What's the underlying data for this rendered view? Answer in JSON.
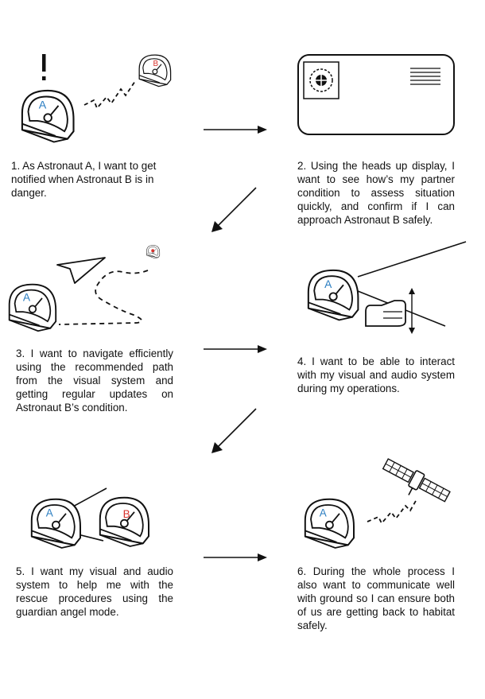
{
  "colors": {
    "astronaut_a": "#2a7dc1",
    "astronaut_b": "#d8322c",
    "ink": "#111111"
  },
  "helmet_labels": {
    "a": "A",
    "b": "B"
  },
  "steps": [
    {
      "number": "1.",
      "text": "1. As Astronaut A, I want to get notified when Astronaut B is in danger.",
      "icons": [
        "exclamation-icon",
        "helmet-a-icon",
        "helmet-b-icon",
        "signal-icon"
      ]
    },
    {
      "number": "2.",
      "text": "2. Using the heads up display, I want to see how’s my partner condition to assess situation quickly, and confirm if I can approach Astronaut B safely.",
      "icons": [
        "heads-up-display-icon"
      ]
    },
    {
      "number": "3.",
      "text": "3. I want to navigate efficiently using the recommended path from the visual system and getting regular updates on Astronaut B’s condition.",
      "icons": [
        "navigation-pointer-icon",
        "helmet-a-icon",
        "helmet-b-icon",
        "path-icon"
      ]
    },
    {
      "number": "4.",
      "text": "4. I want to be able to interact with my visual and audio system during my operations.",
      "icons": [
        "helmet-a-icon",
        "hand-gesture-icon"
      ]
    },
    {
      "number": "5.",
      "text": "5. I want my visual and audio system to help me with the rescue procedures using the guardian angel mode.",
      "icons": [
        "helmet-a-icon",
        "helmet-b-icon"
      ]
    },
    {
      "number": "6.",
      "text": "6. During the whole process I also want to communicate well with ground so I can ensure both of us are getting back to habitat safely.",
      "icons": [
        "helmet-a-icon",
        "satellite-icon",
        "signal-icon"
      ]
    }
  ]
}
